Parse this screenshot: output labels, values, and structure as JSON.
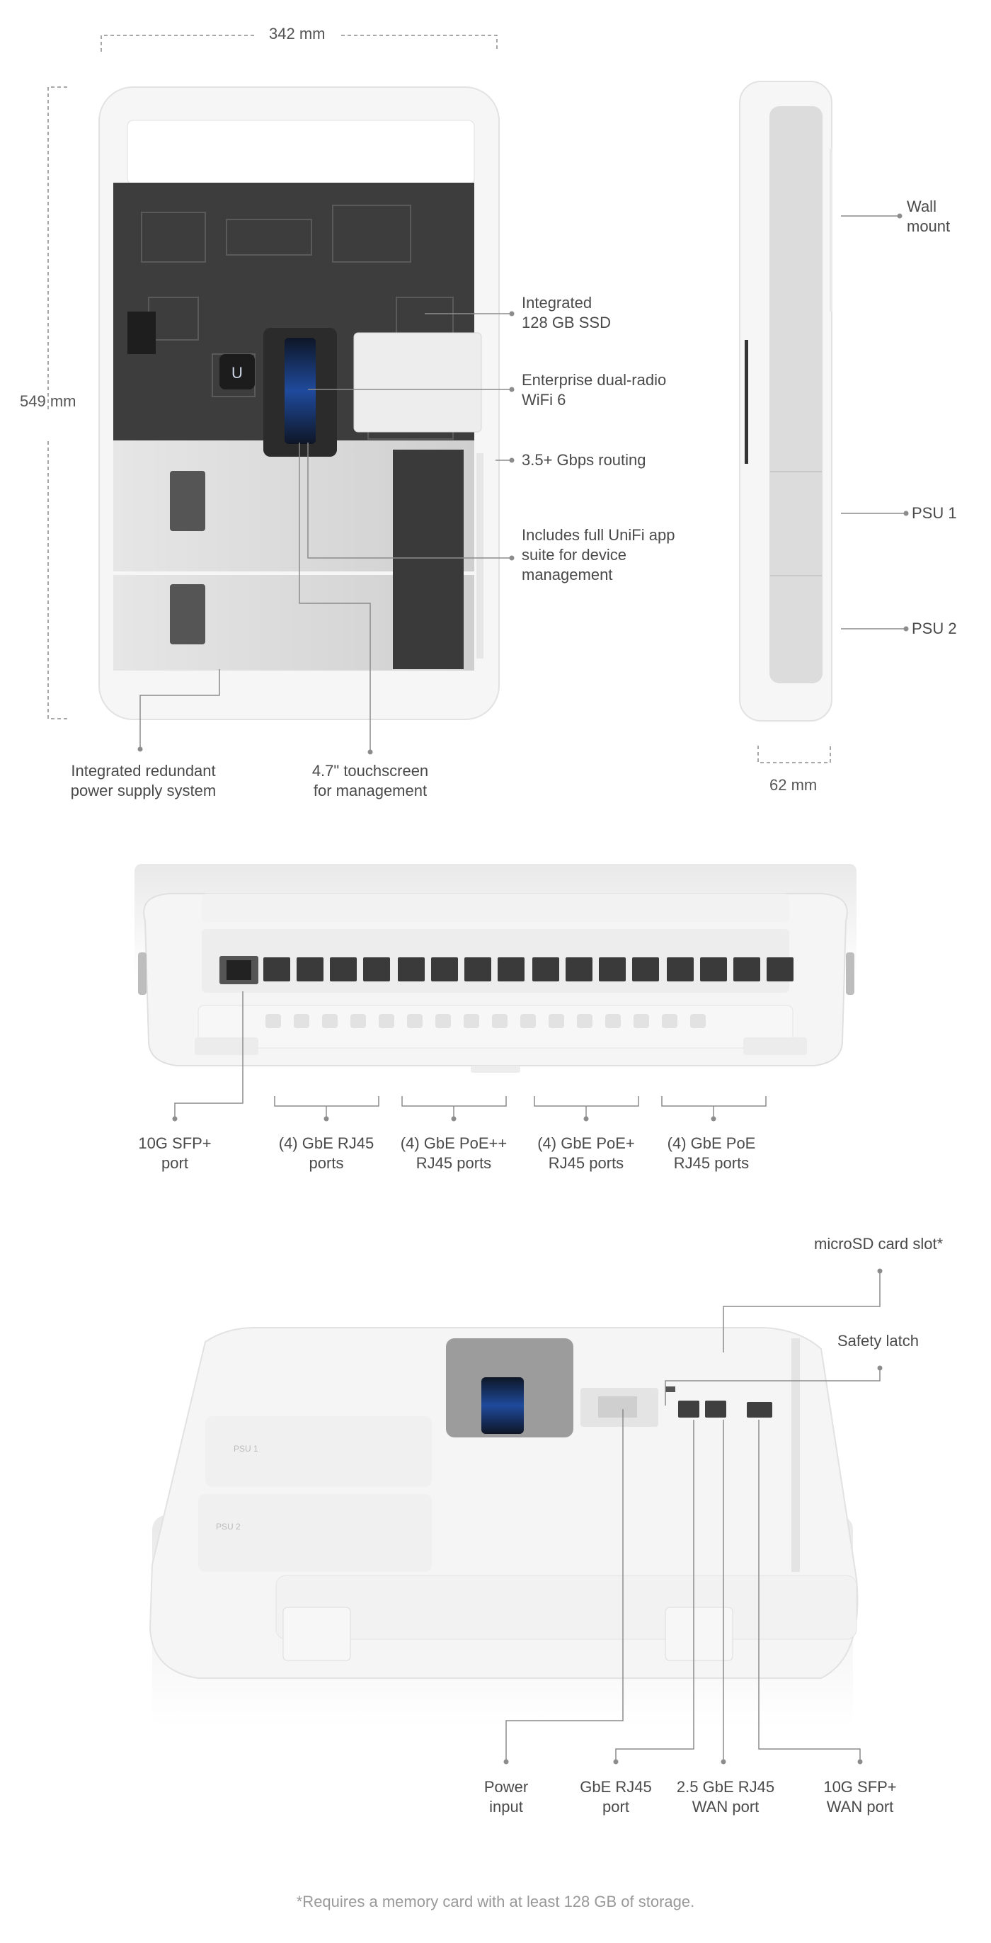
{
  "colors": {
    "device_body": "#f4f4f4",
    "board": "#3d3d3d",
    "psu": "#dcdcdc",
    "leader": "#8c8c8c",
    "screen": "#1b2a4a",
    "accent": "#2f6bd6"
  },
  "dimensions": {
    "width": "342 mm",
    "height": "549 mm",
    "depth": "62 mm"
  },
  "top_view": {
    "ssd": "Integrated\n128 GB SSD",
    "wifi": "Enterprise dual-radio\nWiFi 6",
    "routing": "3.5+ Gbps routing",
    "unifi": "Includes full UniFi app\nsuite for device\nmanagement",
    "psu_system": "Integrated redundant\npower supply system",
    "touchscreen": "4.7\" touchscreen\nfor management"
  },
  "side_view": {
    "wall_mount": "Wall\nmount",
    "psu1": "PSU 1",
    "psu2": "PSU 2"
  },
  "bottom_view": {
    "sfp": "10G SFP+\nport",
    "gbe": "(4) GbE RJ45\nports",
    "poepp": "(4) GbE PoE++\nRJ45 ports",
    "poep": "(4) GbE PoE+\nRJ45 ports",
    "poe": "(4) GbE PoE\nRJ45 ports"
  },
  "rear_view": {
    "microsd": "microSD card slot*",
    "latch": "Safety latch",
    "power": "Power\ninput",
    "gbe_port": "GbE RJ45\nport",
    "wan25": "2.5 GbE RJ45\nWAN port",
    "sfp_wan": "10G SFP+\nWAN port",
    "psu1_mark": "PSU 1",
    "psu2_mark": "PSU 2"
  },
  "footnote": "*Requires a memory card with at least 128 GB of storage."
}
